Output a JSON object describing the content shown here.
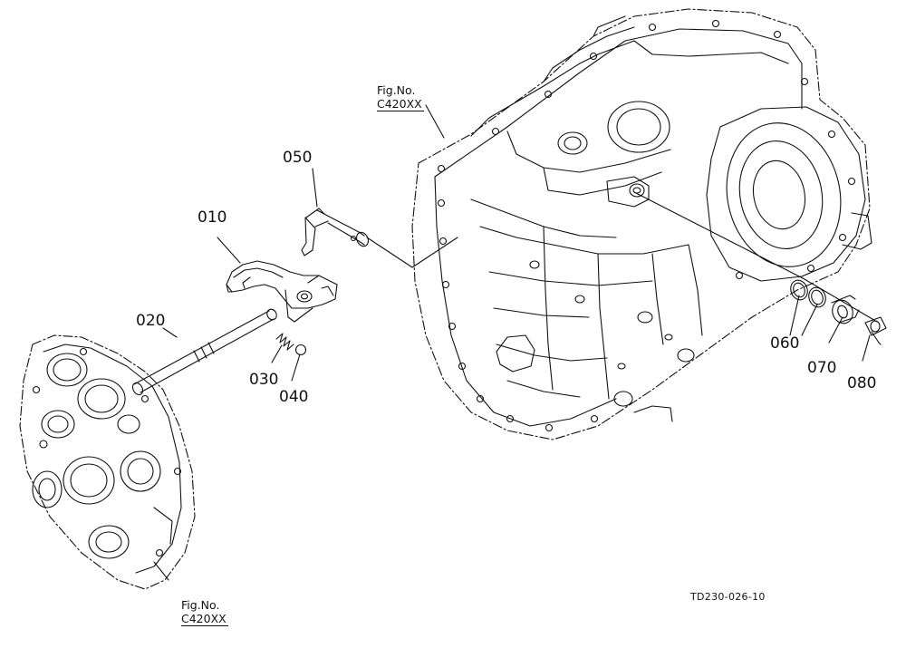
{
  "parts": [
    {
      "id": "p010",
      "label": "010"
    },
    {
      "id": "p020",
      "label": "020"
    },
    {
      "id": "p030",
      "label": "030"
    },
    {
      "id": "p040",
      "label": "040"
    },
    {
      "id": "p050",
      "label": "050"
    },
    {
      "id": "p060",
      "label": "060"
    },
    {
      "id": "p070",
      "label": "070"
    },
    {
      "id": "p080",
      "label": "080"
    }
  ],
  "fig_refs": [
    {
      "line1": "Fig.No.",
      "line2": "C420XX"
    },
    {
      "line1": "Fig.No.",
      "line2": "C420XX"
    }
  ],
  "drawing_number": "TD230-026-10",
  "colors": {
    "ink": "#111111",
    "background": "#ffffff"
  }
}
